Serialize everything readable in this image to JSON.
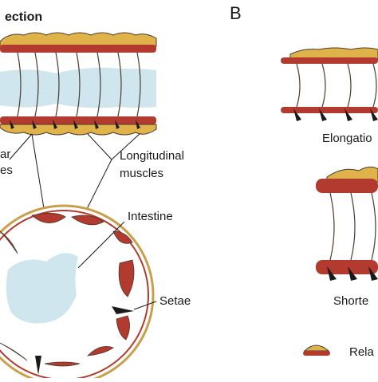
{
  "panel_a": {
    "title": "ection",
    "labels": {
      "circular_left": "ar",
      "circular_left_2": "es",
      "longitudinal_1": "Longitudinal",
      "longitudinal_2": "muscles",
      "intestine": "Intestine",
      "setae": "Setae"
    }
  },
  "panel_b": {
    "letter": "B",
    "elongation": "Elongatio",
    "shortening": "Shorte",
    "legend": "Rela"
  },
  "colors": {
    "longitudinal_muscle": "#b23a2e",
    "circular_segment": "#e0b24a",
    "segment_outline": "#4a3a2a",
    "intestine": "#cfe6ee",
    "setae": "#1a1a1a",
    "body_outline": "#c9a04a"
  }
}
